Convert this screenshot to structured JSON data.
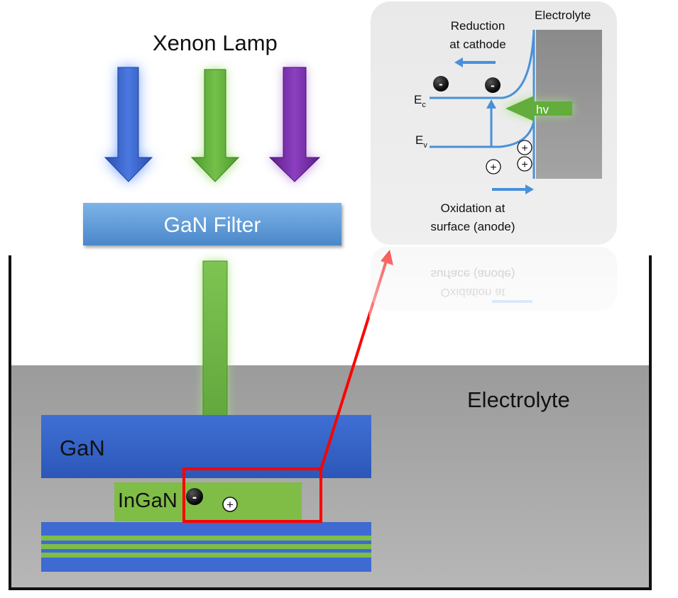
{
  "lamp": {
    "title": "Xenon Lamp",
    "beams": [
      {
        "name": "blue",
        "color": "#3a66d0",
        "glow": "#6a9cff"
      },
      {
        "name": "green",
        "color": "#5bab3a",
        "glow": "#a4e07a"
      },
      {
        "name": "purple",
        "color": "#7a2fa8",
        "glow": "#b07ad8"
      }
    ]
  },
  "filter": {
    "label": "GaN Filter",
    "color": "#5a9bd5"
  },
  "tank": {
    "electrolyte_label": "Electrolyte",
    "fill": "#a9a9a9"
  },
  "device": {
    "gan_label": "GaN",
    "ingan_label": "InGaN",
    "electron_sign": "-",
    "hole_sign": "+",
    "gan_color": "#3563c6",
    "ingan_color": "#7fbd47"
  },
  "zoom_highlight_color": "#ff0000",
  "inset": {
    "electrolyte_label": "Electrolyte",
    "reduction_label": [
      "Reduction",
      "at cathode"
    ],
    "oxidation_label": [
      "Oxidation at",
      "surface (anode)"
    ],
    "ec_label": "E",
    "ec_sub": "c",
    "ev_label": "E",
    "ev_sub": "v",
    "photon_label": "hv",
    "electron_sign": "-",
    "hole_sign": "+",
    "band_color": "#4a90d9"
  }
}
